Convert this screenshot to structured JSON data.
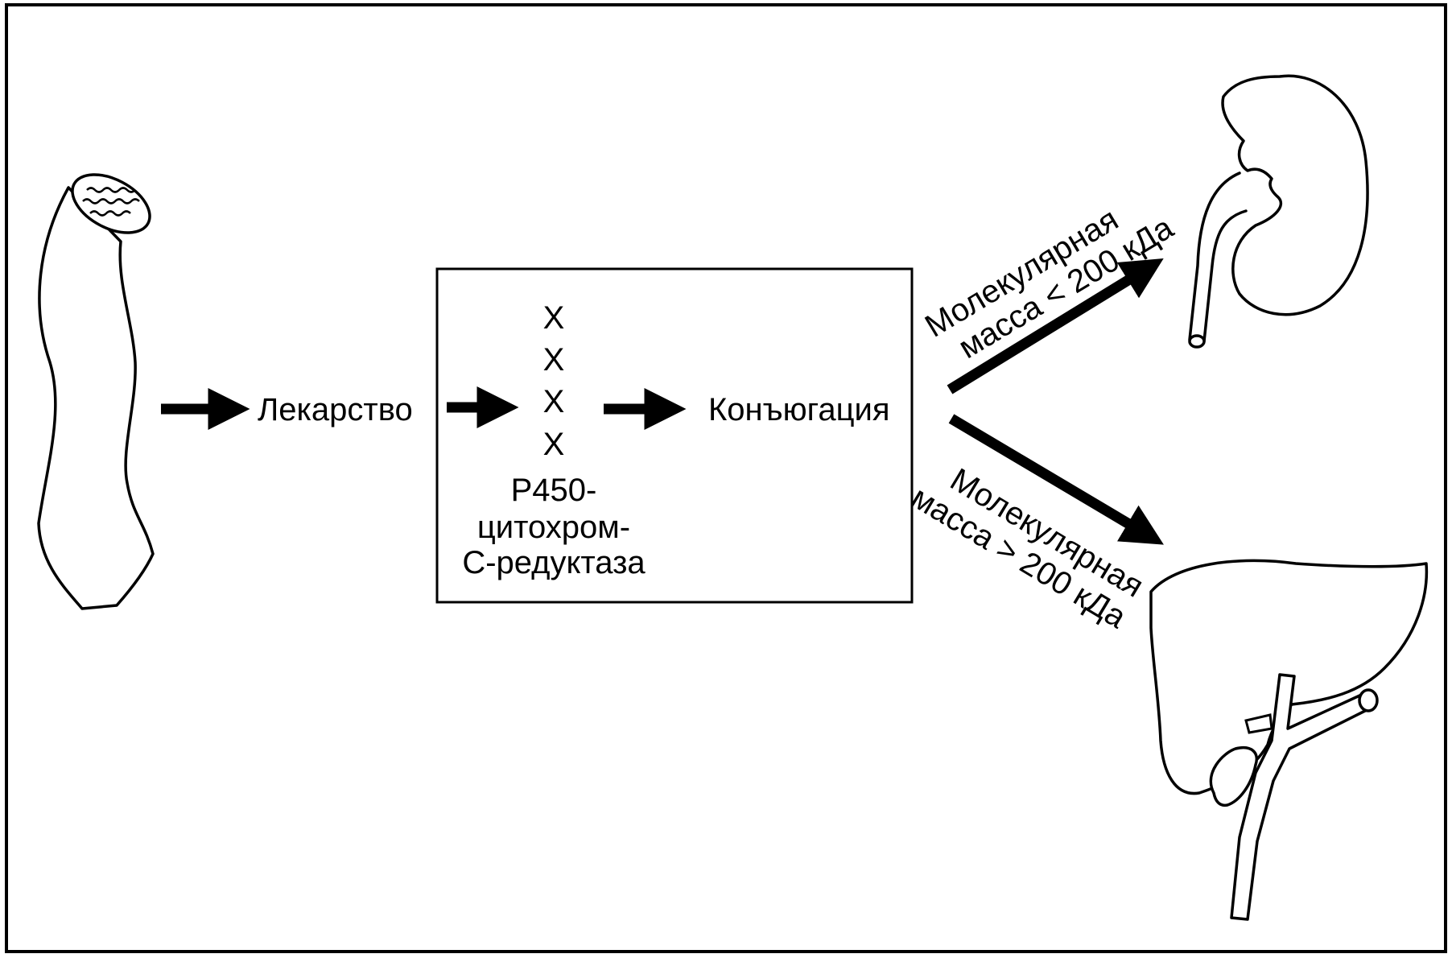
{
  "labels": {
    "drug": "Лекарство",
    "conjugation": "Конъюгация",
    "enzyme_markers": [
      "X",
      "X",
      "X",
      "X"
    ],
    "enzyme_lines": [
      "P450-",
      "цитохром-",
      "С-редуктаза"
    ],
    "route_kidney_lines": [
      "Молекулярная",
      "масса < 200 кДа"
    ],
    "route_liver_lines": [
      "Молекулярная",
      "масса > 200 кДа"
    ]
  },
  "colors": {
    "ink": "#000000",
    "background": "#ffffff"
  },
  "icons": {
    "intestine": "intestine-icon",
    "kidney": "kidney-icon",
    "liver": "liver-icon"
  }
}
